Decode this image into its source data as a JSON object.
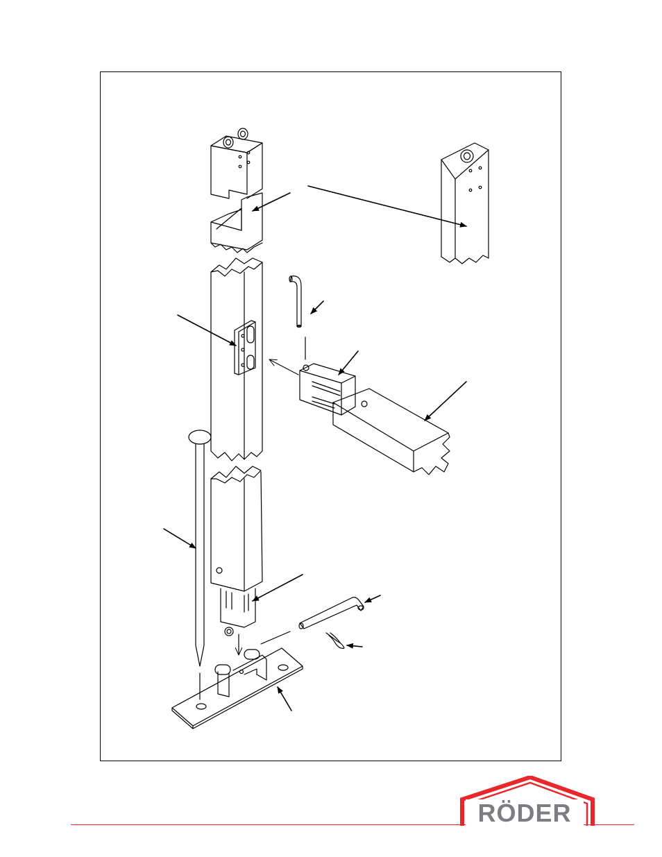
{
  "document": {
    "type": "assembly-drawing",
    "logo": {
      "text": "RÖDER",
      "colors": {
        "roof": "#e8282c",
        "text": "#7b7d80"
      }
    },
    "footer_rule_color": "#e8282c",
    "parts": [
      "top-bracket-post-segment",
      "alternate-top-post-segment",
      "main-post-with-hinge-plate",
      "l-shaped-pin-upper",
      "adjustable-beam-connector",
      "beam",
      "ground-spike",
      "lower-post-with-slot-insert",
      "l-shaped-pin-lower",
      "r-clip",
      "base-plate"
    ]
  }
}
